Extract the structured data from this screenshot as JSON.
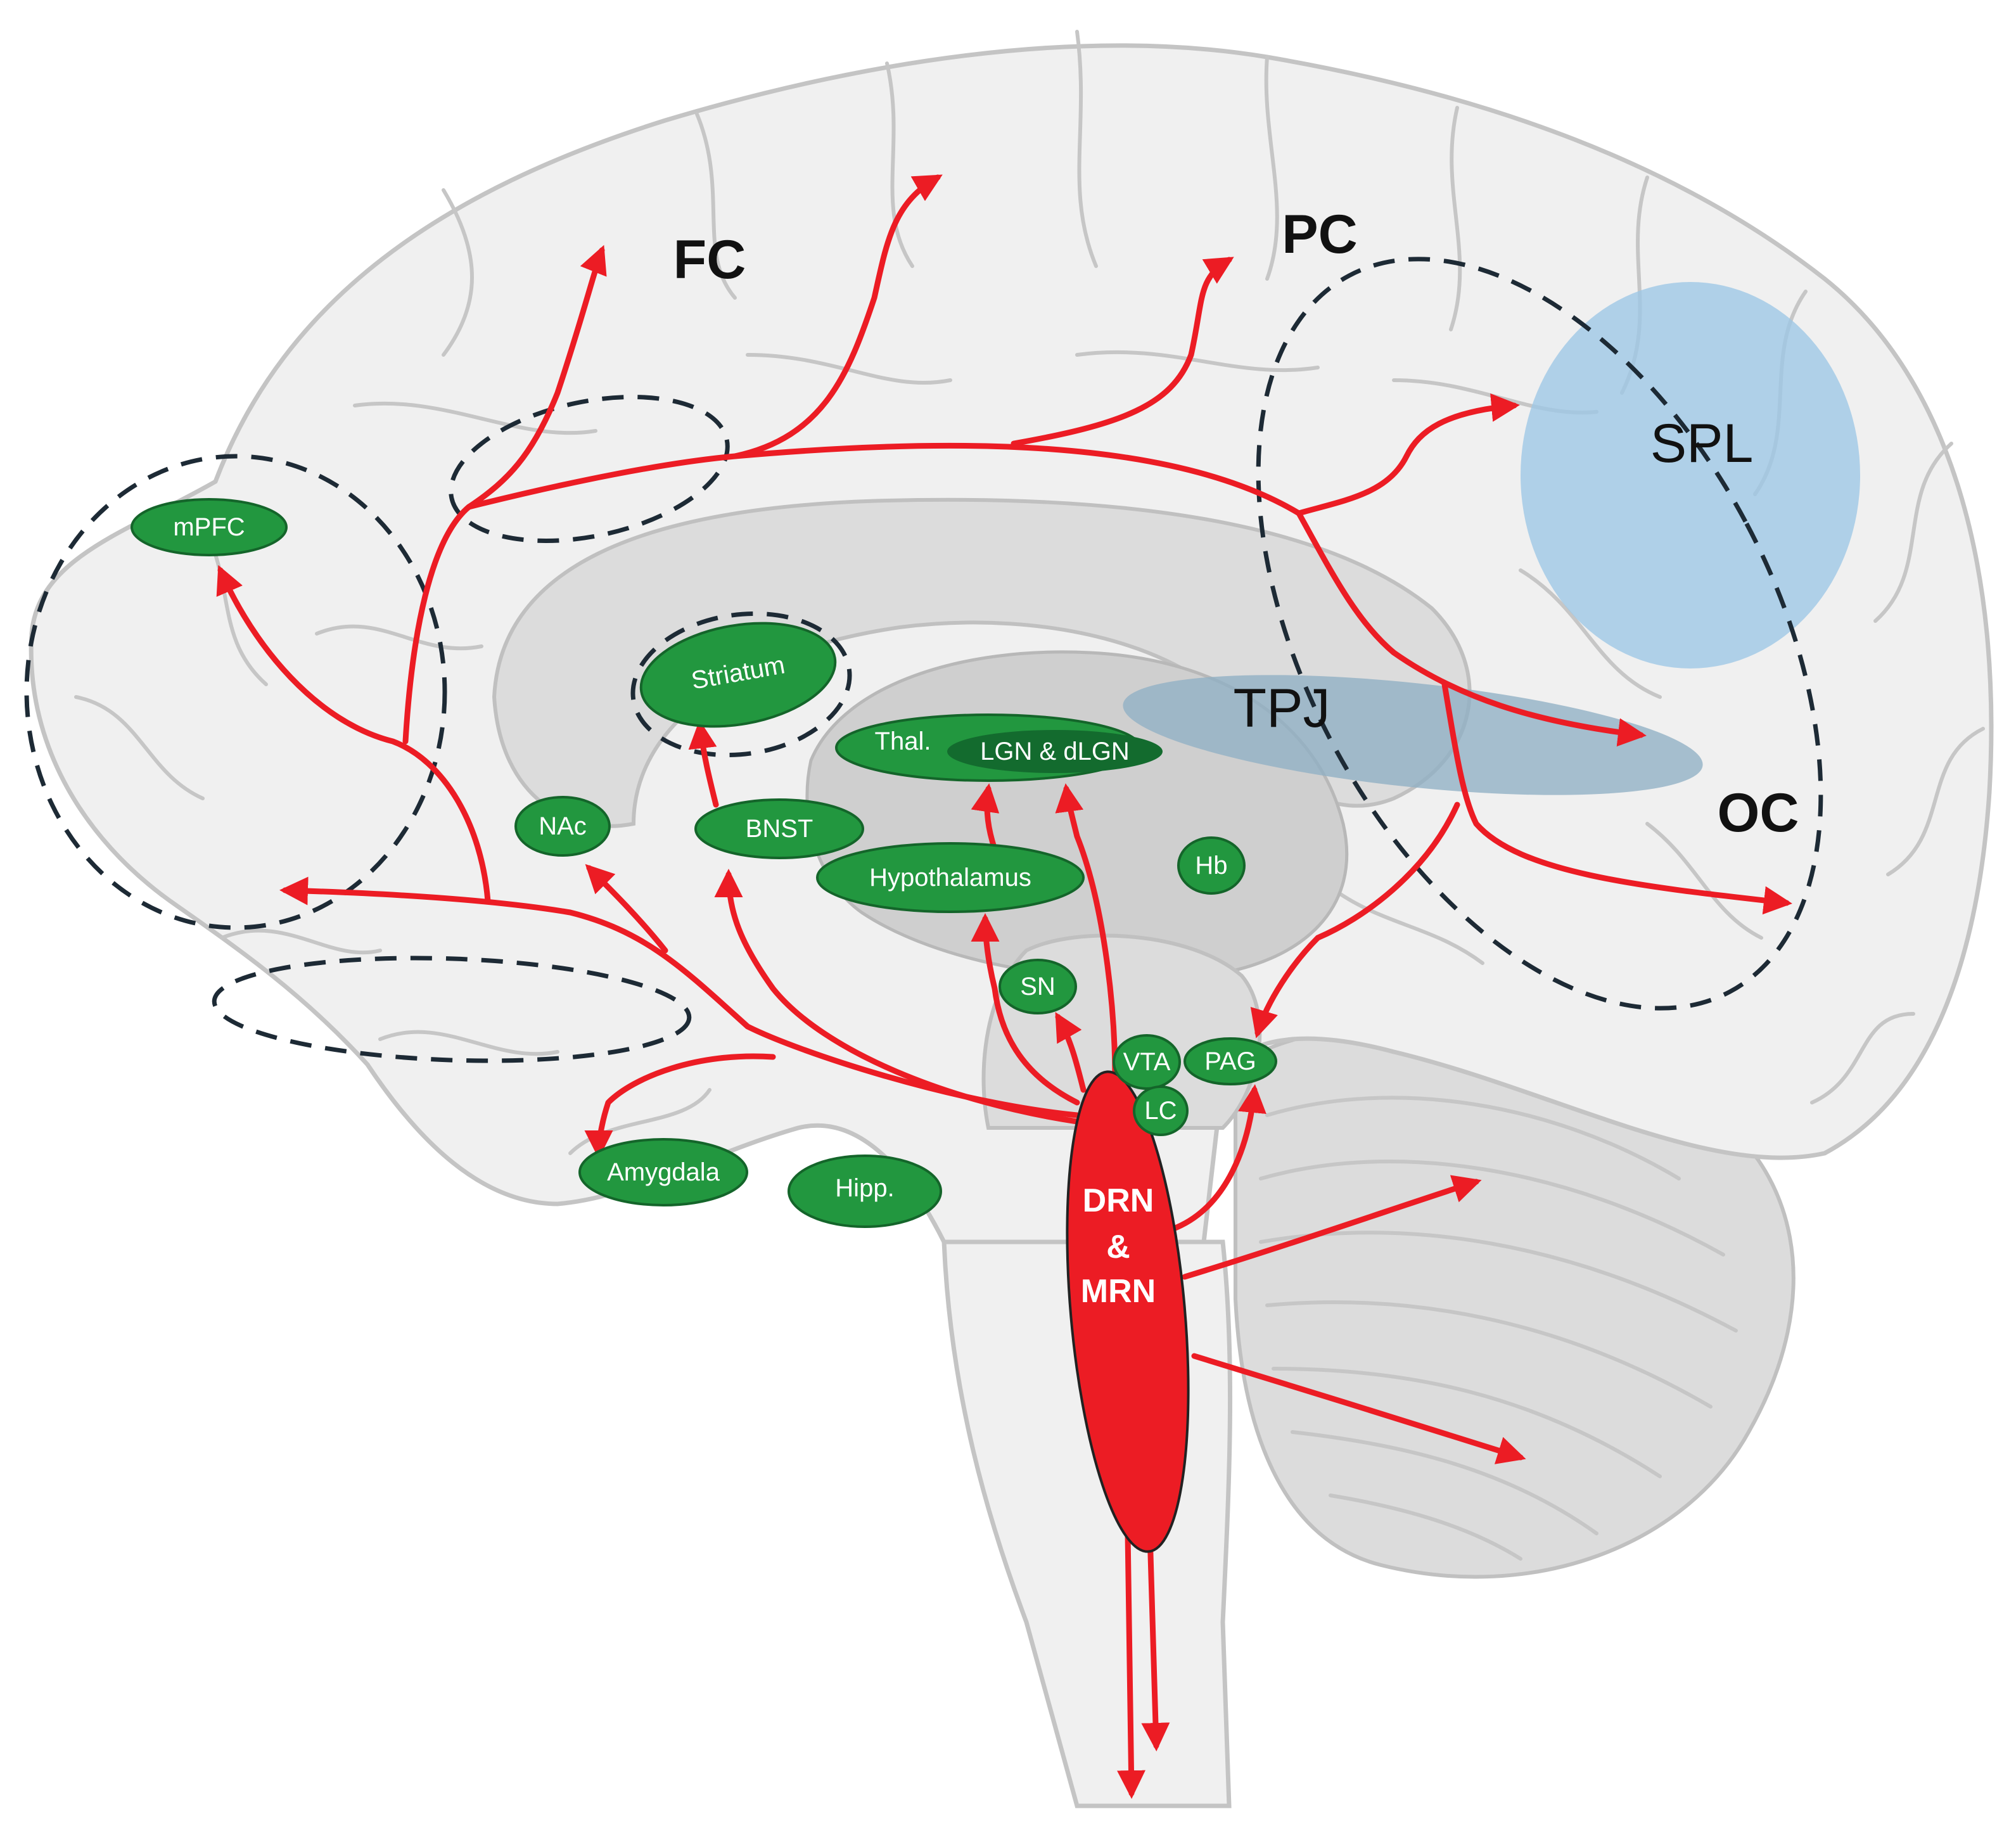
{
  "regions": {
    "fc": "FC",
    "pc": "PC",
    "oc": "OC",
    "spl": "SPL",
    "tpj": "TPJ"
  },
  "nodes": {
    "mpfc": "mPFC",
    "striatum": "Striatum",
    "thal": "Thal.",
    "lgn": "LGN & dLGN",
    "nac": "NAc",
    "bnst": "BNST",
    "hypothalamus": "Hypothalamus",
    "hb": "Hb",
    "sn": "SN",
    "vta": "VTA",
    "pag": "PAG",
    "lc": "LC",
    "amygdala": "Amygdala",
    "hipp": "Hipp."
  },
  "source": {
    "line1": "DRN",
    "line2": "&",
    "line3": "MRN"
  },
  "colors": {
    "projection": "#ec1c24",
    "node": "#22973f",
    "source": "#ec1c24",
    "spl": "#9cc6e6",
    "tpj": "#8fb0c4",
    "outline": "#1d2a35"
  }
}
